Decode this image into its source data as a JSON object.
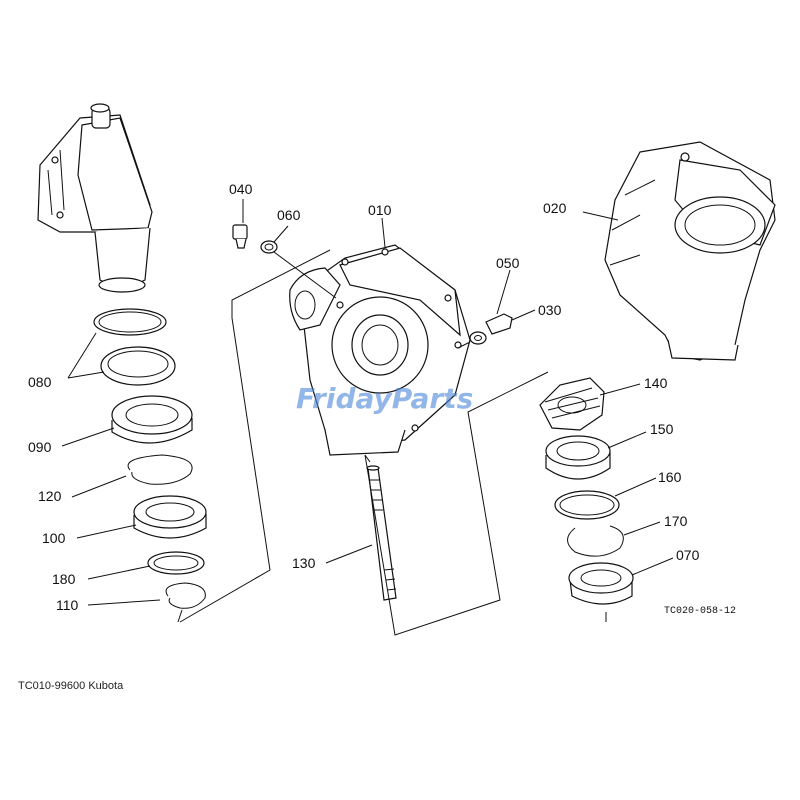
{
  "labels": {
    "p010": "010",
    "p020": "020",
    "p030": "030",
    "p040": "040",
    "p050": "050",
    "p060": "060",
    "p070": "070",
    "p080": "080",
    "p090": "090",
    "p100": "100",
    "p110": "110",
    "p120": "120",
    "p130": "130",
    "p140": "140",
    "p150": "150",
    "p160": "160",
    "p170": "170",
    "p180": "180"
  },
  "drawing_code": "TC020-058-12",
  "caption": "TC010-99600 Kubota",
  "watermark": "FridayParts"
}
